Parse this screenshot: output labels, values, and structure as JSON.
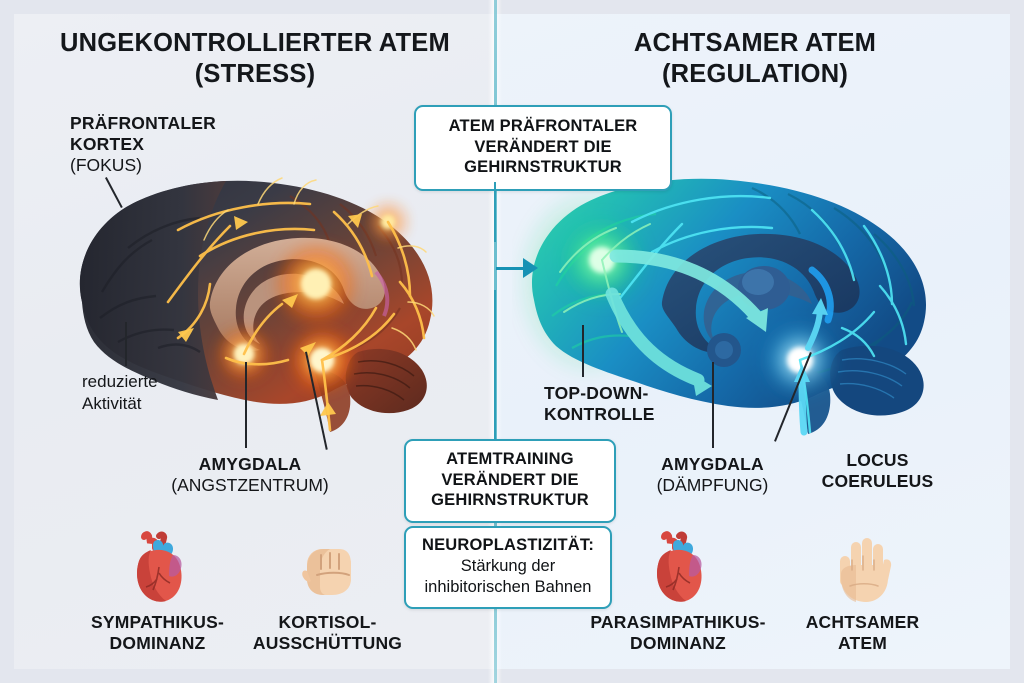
{
  "panels": {
    "left": {
      "title_line1": "UNGEKONTROLLIERTER ATEM",
      "title_line2": "(STRESS)",
      "labels": {
        "pfc_l1": "PRÄFRONTALER",
        "pfc_l2": "KORTEX",
        "pfc_l3": "(FOKUS)",
        "reduced_l1": "reduzierte",
        "reduced_l2": "Aktivität",
        "amygdala_l1": "AMYGDALA",
        "amygdala_l2": "(ANGSTZENTRUM)"
      },
      "icons": [
        {
          "glyph": "anatomical-heart",
          "cap_l1": "SYMPATHIKUS-",
          "cap_l2": "DOMINANZ"
        },
        {
          "glyph": "raised-fist",
          "cap_l1": "KORTISOL-",
          "cap_l2": "AUSSCHÜTTUNG"
        }
      ]
    },
    "right": {
      "title_line1": "ACHTSAMER ATEM",
      "title_line2": "(REGULATION)",
      "labels": {
        "topdown_l1": "TOP-DOWN-",
        "topdown_l2": "KONTROLLE",
        "amygdala_l1": "AMYGDALA",
        "amygdala_l2": "(DÄMPFUNG)",
        "locus_l1": "LOCUS",
        "locus_l2": "COERULEUS"
      },
      "icons": [
        {
          "glyph": "anatomical-heart",
          "cap_l1": "PARASIMPATHIKUS-",
          "cap_l2": "DOMINANZ"
        },
        {
          "glyph": "raised-hand",
          "cap_l1": "ACHTSAMER",
          "cap_l2": "ATEM"
        }
      ]
    }
  },
  "callouts": {
    "top": {
      "line1": "ATEM     PRÄFRONTALER",
      "line2": "VERÄNDERT DIE",
      "line3": "GEHIRNSTRUKTUR"
    },
    "mid": {
      "line1": "ATEMTRAINING",
      "line2": "VERÄNDERT DIE",
      "line3": "GEHIRNSTRUKTUR"
    },
    "bottom": {
      "heading": "NEUROPLASTIZITÄT:",
      "line1": "Stärkung der",
      "line2": "inhibitorischen Bahnen"
    }
  },
  "colors": {
    "accent_teal": "#2e9fb8",
    "flow_arrow": "#1692b4",
    "stress_glow": "#ff7a18",
    "stress_core": "#ffd24a",
    "calm_green": "#3ef0a0",
    "calm_blue": "#23b6e6",
    "panel_left_bg": "#ecedf3",
    "panel_right_bg": "#ecf3fb",
    "text": "#141619"
  }
}
